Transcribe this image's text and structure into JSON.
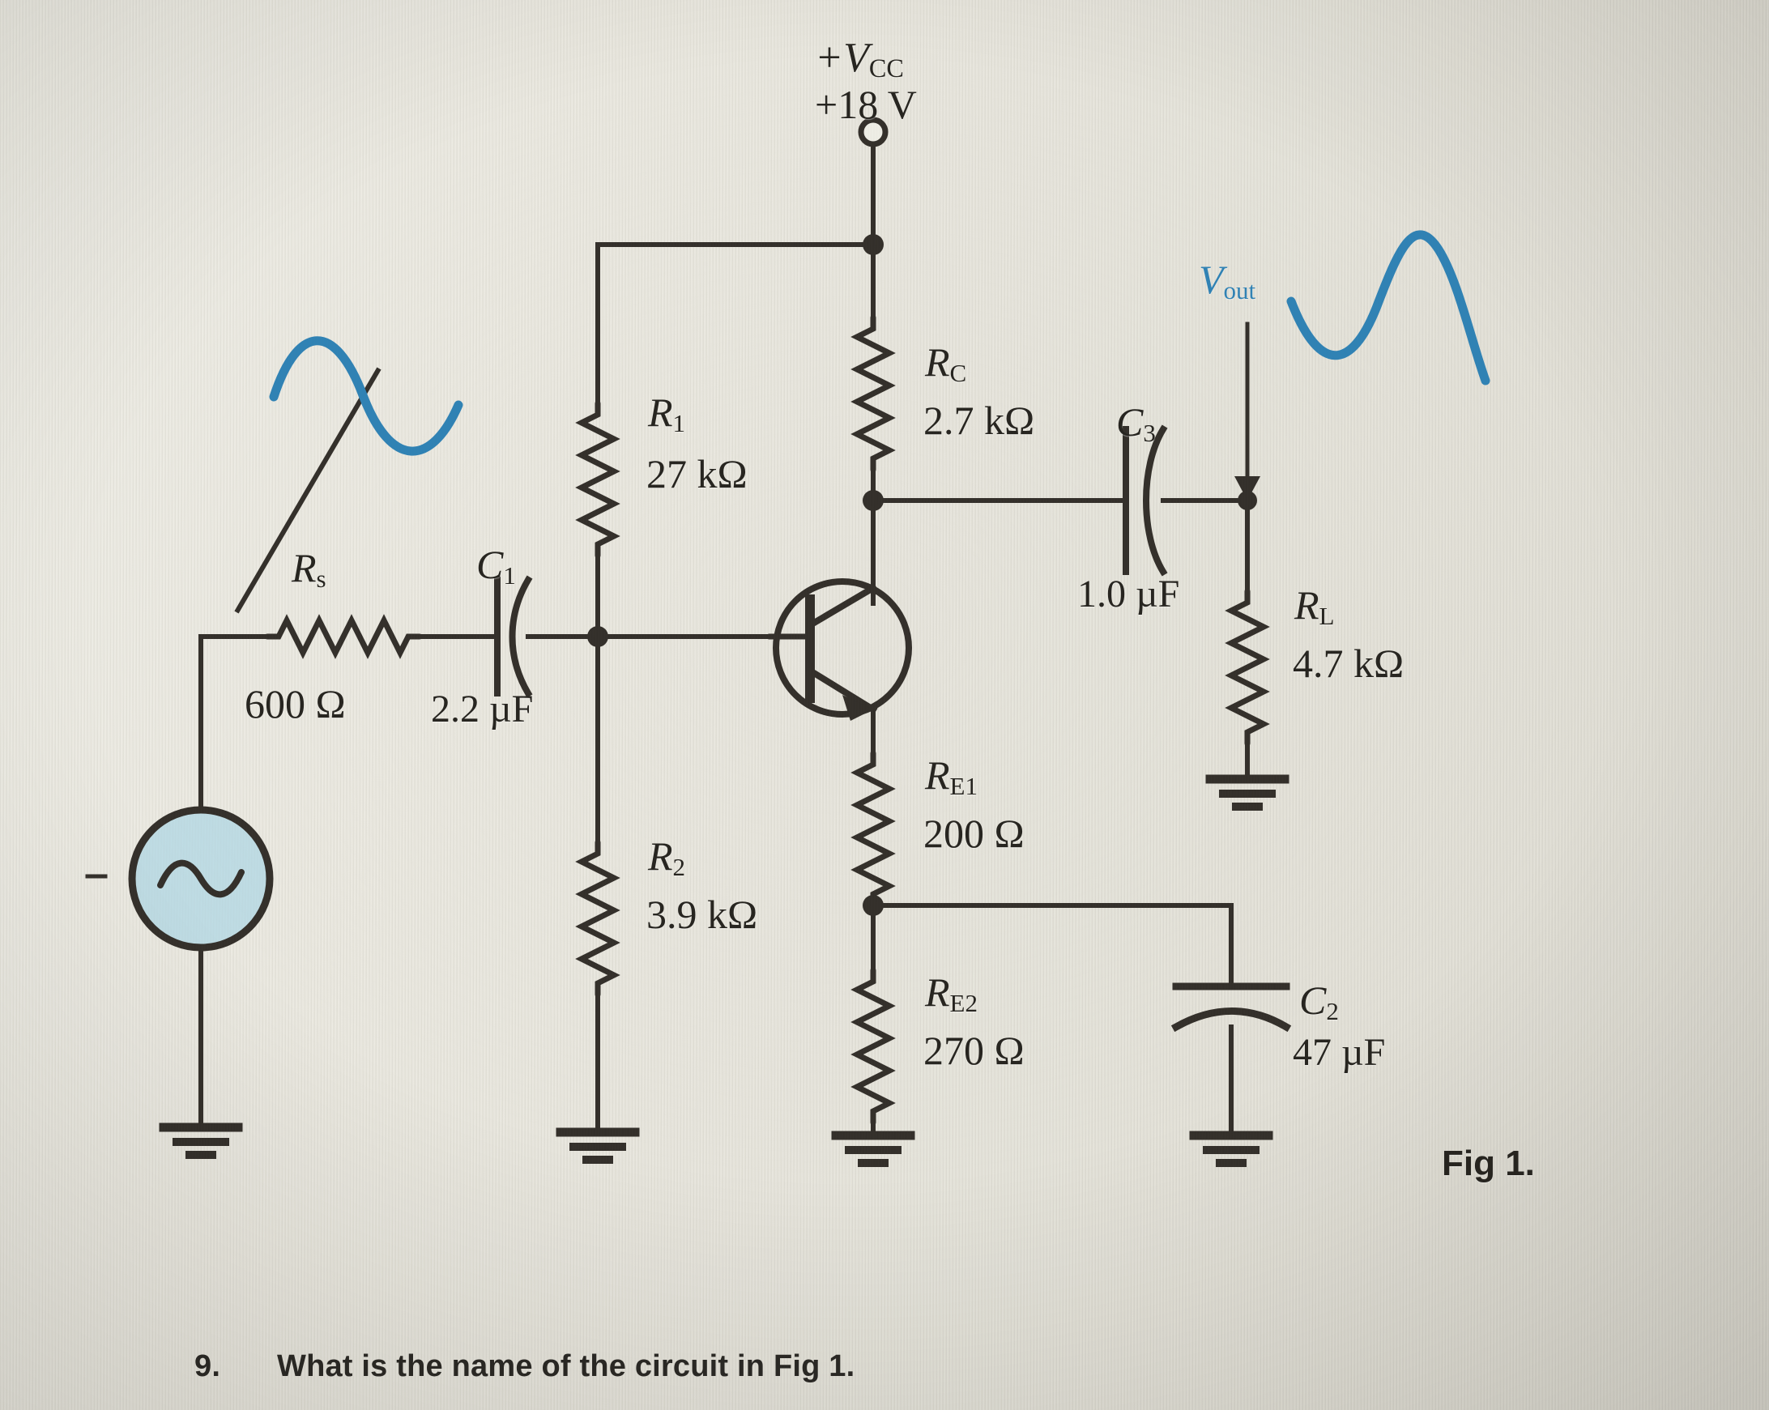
{
  "figure": {
    "caption": "Fig 1.",
    "supply": {
      "symbol_prefix": "+",
      "symbol": "V",
      "symbol_sub": "CC",
      "voltage": "+18 V"
    },
    "output_label": {
      "symbol": "V",
      "sub": "out"
    }
  },
  "components": [
    {
      "id": "R1",
      "ref": "R",
      "sub": "1",
      "value": "27 kΩ",
      "type": "resistor"
    },
    {
      "id": "R2",
      "ref": "R",
      "sub": "2",
      "value": "3.9 kΩ",
      "type": "resistor"
    },
    {
      "id": "RC",
      "ref": "R",
      "sub": "C",
      "value": "2.7 kΩ",
      "type": "resistor"
    },
    {
      "id": "RE1",
      "ref": "R",
      "sub": "E1",
      "value": "200 Ω",
      "type": "resistor"
    },
    {
      "id": "RE2",
      "ref": "R",
      "sub": "E2",
      "value": "270 Ω",
      "type": "resistor"
    },
    {
      "id": "RL",
      "ref": "R",
      "sub": "L",
      "value": "4.7 kΩ",
      "type": "resistor"
    },
    {
      "id": "Rs",
      "ref": "R",
      "sub": "s",
      "value": "600 Ω",
      "type": "resistor"
    },
    {
      "id": "C1",
      "ref": "C",
      "sub": "1",
      "value": "2.2 µF",
      "type": "capacitor"
    },
    {
      "id": "C2",
      "ref": "C",
      "sub": "2",
      "value": "47 µF",
      "type": "capacitor"
    },
    {
      "id": "C3",
      "ref": "C",
      "sub": "3",
      "value": "1.0 µF",
      "type": "capacitor"
    }
  ],
  "question": {
    "number": "9.",
    "text": "What is the name of the circuit in Fig 1."
  },
  "colors": {
    "ink": "#26241f",
    "wire": "#332f2a",
    "waveform": "#2f82b5",
    "source_fill": "#bfdce4",
    "paper": "#e9e7e0"
  }
}
